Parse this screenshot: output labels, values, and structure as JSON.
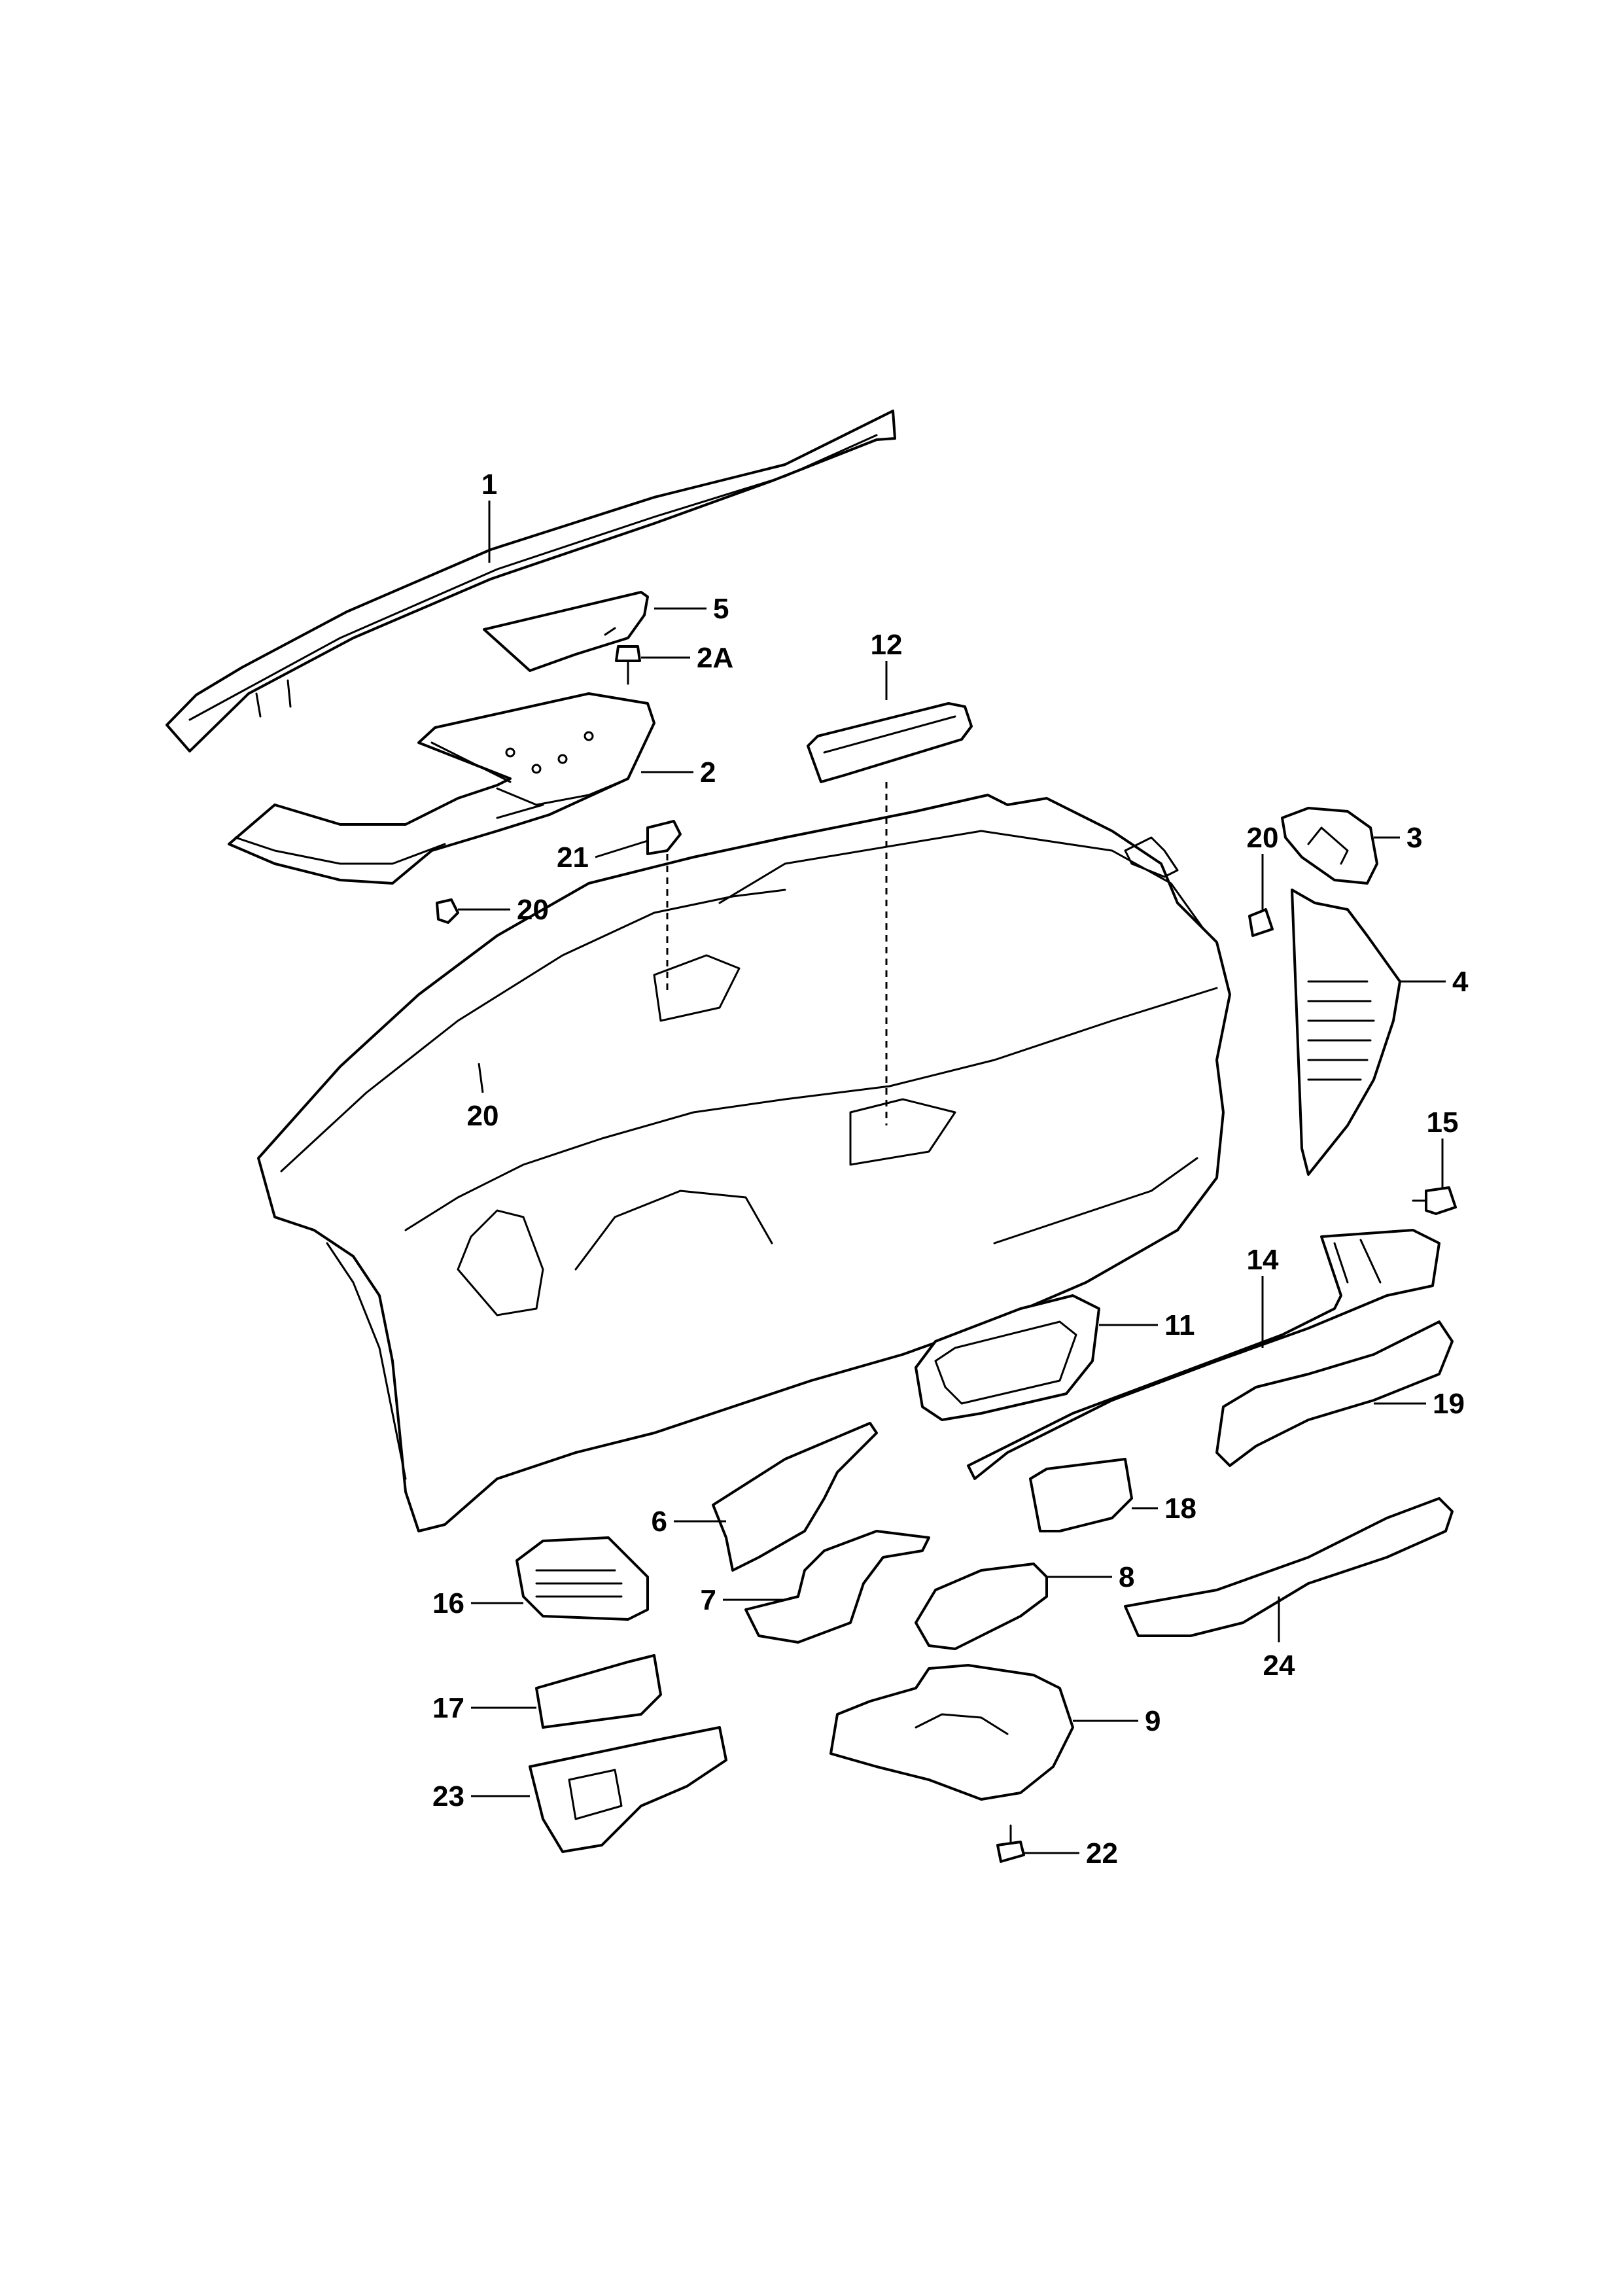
{
  "diagram": {
    "type": "exploded-parts-diagram",
    "subject": "dashboard assembly",
    "line_color": "#000000",
    "background_color": "#ffffff",
    "callouts": [
      {
        "id": "c1",
        "label": "1"
      },
      {
        "id": "c5",
        "label": "5"
      },
      {
        "id": "c2a",
        "label": "2A"
      },
      {
        "id": "c2",
        "label": "2"
      },
      {
        "id": "c12",
        "label": "12"
      },
      {
        "id": "c21",
        "label": "21"
      },
      {
        "id": "c20a",
        "label": "20"
      },
      {
        "id": "c20b",
        "label": "20"
      },
      {
        "id": "c20c",
        "label": "20"
      },
      {
        "id": "c3",
        "label": "3"
      },
      {
        "id": "c4",
        "label": "4"
      },
      {
        "id": "c15",
        "label": "15"
      },
      {
        "id": "c14",
        "label": "14"
      },
      {
        "id": "c11",
        "label": "11"
      },
      {
        "id": "c19",
        "label": "19"
      },
      {
        "id": "c18",
        "label": "18"
      },
      {
        "id": "c6",
        "label": "6"
      },
      {
        "id": "c7",
        "label": "7"
      },
      {
        "id": "c8",
        "label": "8"
      },
      {
        "id": "c16",
        "label": "16"
      },
      {
        "id": "c24",
        "label": "24"
      },
      {
        "id": "c9",
        "label": "9"
      },
      {
        "id": "c17",
        "label": "17"
      },
      {
        "id": "c23",
        "label": "23"
      },
      {
        "id": "c22",
        "label": "22"
      }
    ]
  }
}
